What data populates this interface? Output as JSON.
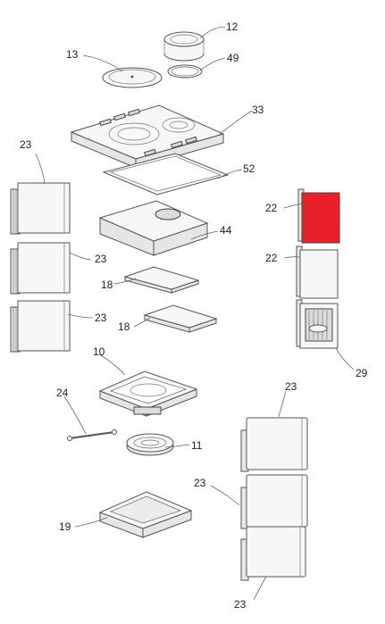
{
  "highlight_color": "#e8202a",
  "callouts": {
    "c12": "12",
    "c13": "13",
    "c49": "49",
    "c33": "33",
    "c23a": "23",
    "c52": "52",
    "c22a": "22",
    "c44": "44",
    "c23b": "23",
    "c22b": "22",
    "c18a": "18",
    "c23c": "23",
    "c18b": "18",
    "c29": "29",
    "c10": "10",
    "c23d": "23",
    "c24": "24",
    "c11": "11",
    "c23e": "23",
    "c19": "19",
    "c23f": "23"
  }
}
